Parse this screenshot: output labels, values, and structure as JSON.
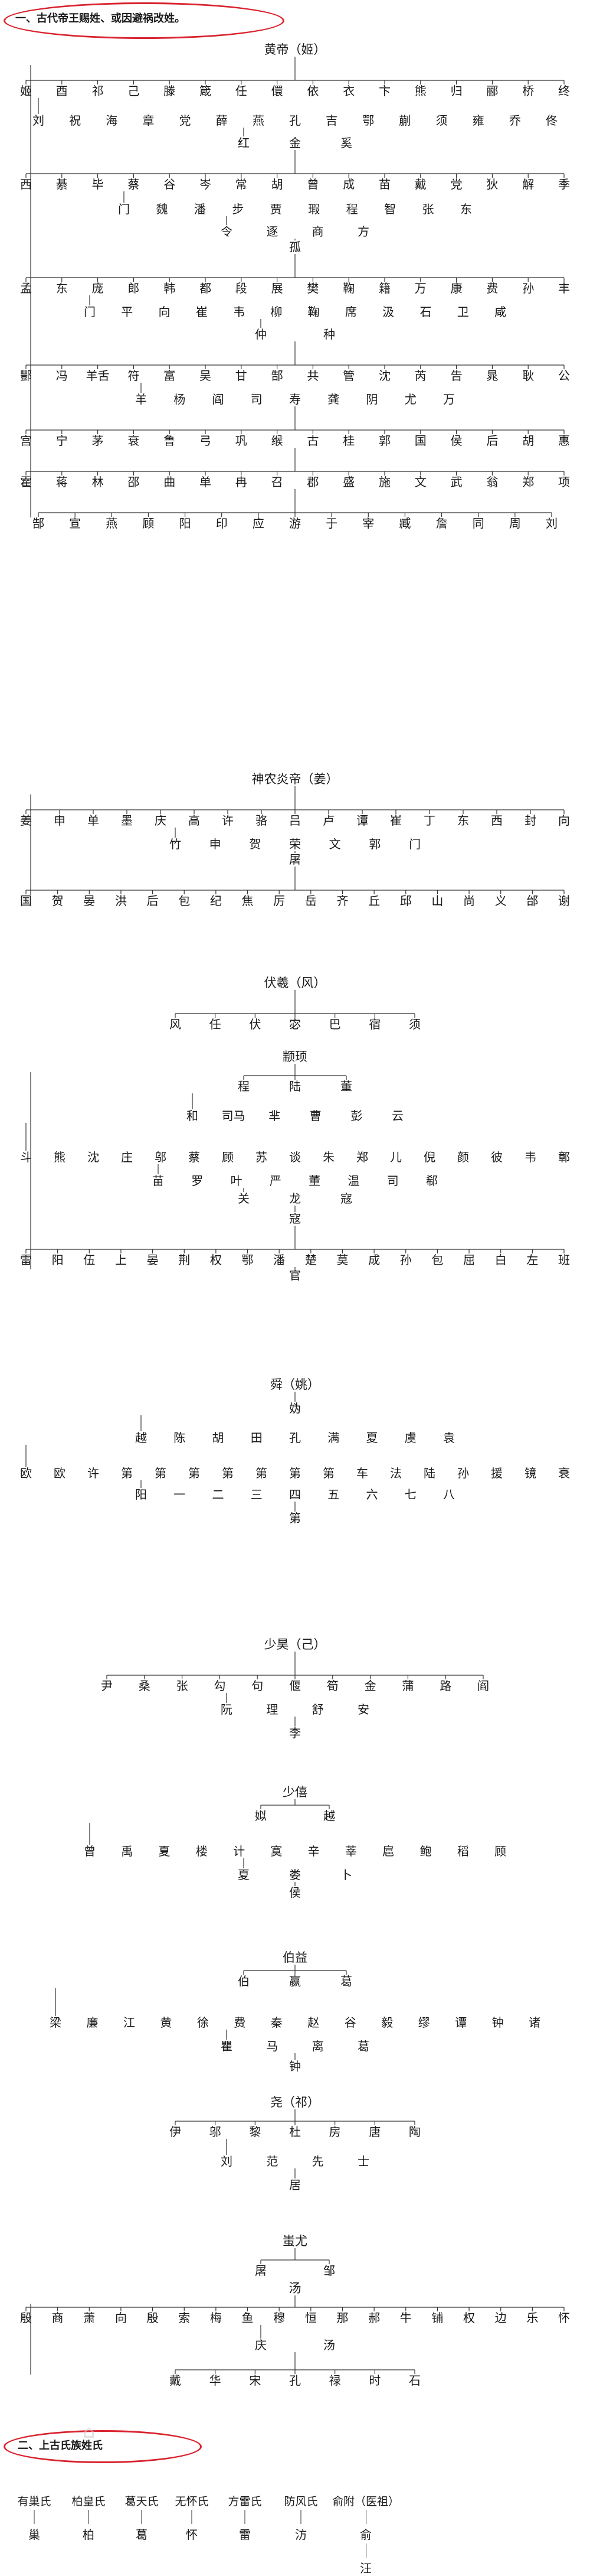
{
  "section1": {
    "title": "一、古代帝王赐姓、或因避祸改姓。"
  },
  "section2": {
    "title": "二、上古氏族姓氏"
  },
  "colors": {
    "ring": "#d9232e",
    "line": "#333333",
    "text": "#1a1a1a"
  },
  "groups": [
    {
      "root": "黄帝（姬）",
      "rows": [
        [
          "姬",
          "酉",
          "祁",
          "己",
          "滕",
          "箴",
          "任",
          "儇",
          "依",
          "衣",
          "卞",
          "熊",
          "归",
          "郦",
          "桥",
          "终"
        ],
        [
          "刘",
          "祝",
          "海",
          "章",
          "党",
          "薛",
          "燕",
          "孔",
          "吉",
          "鄂",
          "蒯",
          "须",
          "雍",
          "乔",
          "佟"
        ],
        [
          "红",
          "金",
          "奚"
        ],
        [
          "西",
          "綦",
          "毕",
          "蔡",
          "谷",
          "岑",
          "常",
          "胡",
          "曾",
          "成",
          "苗",
          "戴",
          "党",
          "狄",
          "解",
          "季"
        ],
        [
          "门",
          "魏",
          "潘",
          "步",
          "贾",
          "瑕",
          "程",
          "智",
          "张",
          "东"
        ],
        [
          "令",
          "逐",
          "商",
          "方"
        ],
        [
          "孤"
        ],
        [
          "孟",
          "东",
          "庞",
          "郎",
          "韩",
          "都",
          "段",
          "展",
          "樊",
          "鞠",
          "籍",
          "万",
          "康",
          "费",
          "孙",
          "丰"
        ],
        [
          "门",
          "平",
          "向",
          "崔",
          "韦",
          "柳",
          "鞠",
          "席",
          "汲",
          "石",
          "卫",
          "咸"
        ],
        [
          "仲",
          "种"
        ],
        [
          "酆",
          "冯",
          "羊舌",
          "符",
          "富",
          "吴",
          "甘",
          "郜",
          "共",
          "管",
          "沈",
          "芮",
          "告",
          "晁",
          "耿",
          "公"
        ],
        [
          "羊",
          "杨",
          "阎",
          "司",
          "寿",
          "龚",
          "阴",
          "尤",
          "万"
        ],
        [
          "宫",
          "宁",
          "茅",
          "衰",
          "鲁",
          "弓",
          "巩",
          "缑",
          "古",
          "桂",
          "郭",
          "国",
          "侯",
          "后",
          "胡",
          "惠"
        ],
        [
          "霍",
          "蒋",
          "林",
          "邵",
          "曲",
          "单",
          "冉",
          "召",
          "郡",
          "盛",
          "施",
          "文",
          "武",
          "翁",
          "郑",
          "项"
        ],
        [
          "郜",
          "宣",
          "燕",
          "顾",
          "阳",
          "印",
          "应",
          "游",
          "于",
          "宰",
          "臧",
          "詹",
          "同",
          "周",
          "刘"
        ]
      ]
    },
    {
      "root": "神农炎帝（姜）",
      "rows": [
        [
          "姜",
          "申",
          "单",
          "墨",
          "庆",
          "高",
          "许",
          "骆",
          "吕",
          "卢",
          "谭",
          "崔",
          "丁",
          "东",
          "西",
          "封",
          "向"
        ],
        [
          "竹",
          "申",
          "贺",
          "荣",
          "文",
          "郭",
          "门"
        ],
        [
          "屠"
        ],
        [
          "国",
          "贺",
          "晏",
          "洪",
          "后",
          "包",
          "纪",
          "焦",
          "厉",
          "岳",
          "齐",
          "丘",
          "邱",
          "山",
          "尚",
          "义",
          "邰",
          "谢"
        ]
      ]
    },
    {
      "root": "伏羲（风）",
      "rows": [
        [
          "风",
          "任",
          "伏",
          "宓",
          "巴",
          "宿",
          "须"
        ]
      ]
    },
    {
      "root": "颛顼",
      "rows": [
        [
          "程",
          "陆",
          "董"
        ],
        [
          "和",
          "司马",
          "芈",
          "曹",
          "彭",
          "云"
        ],
        [
          "斗",
          "熊",
          "沈",
          "庄",
          "邬",
          "蔡",
          "顾",
          "苏",
          "谈",
          "朱",
          "郑",
          "儿",
          "倪",
          "颜",
          "彼",
          "韦",
          "鄣"
        ],
        [
          "苗",
          "罗",
          "叶",
          "严",
          "董",
          "温",
          "司",
          "郗"
        ],
        [
          "关",
          "龙",
          "寇"
        ],
        [
          "寇"
        ],
        [
          "雷",
          "阳",
          "伍",
          "上",
          "晏",
          "荆",
          "权",
          "鄂",
          "潘",
          "楚",
          "莫",
          "成",
          "孙",
          "包",
          "屈",
          "白",
          "左",
          "班"
        ],
        [
          "官"
        ]
      ]
    },
    {
      "root": "舜（姚）",
      "rows": [
        [
          "妫"
        ],
        [
          "越",
          "陈",
          "胡",
          "田",
          "孔",
          "满",
          "夏",
          "虞",
          "袁"
        ],
        [
          "欧",
          "欧",
          "许",
          "第",
          "第",
          "第",
          "第",
          "第",
          "第",
          "第",
          "车",
          "法",
          "陆",
          "孙",
          "援",
          "镜",
          "衰"
        ],
        [
          "阳",
          "一",
          "二",
          "三",
          "四",
          "五",
          "六",
          "七",
          "八"
        ],
        [
          "第"
        ]
      ]
    },
    {
      "root": "少昊（己）",
      "rows": [
        [
          "尹",
          "桑",
          "张",
          "勾",
          "句",
          "偃",
          "筍",
          "金",
          "蒲",
          "路",
          "阎"
        ],
        [
          "阮",
          "理",
          "舒",
          "安"
        ],
        [
          "李"
        ]
      ]
    },
    {
      "root": "少僖",
      "rows": [
        [
          "姒",
          "越"
        ],
        [
          "曾",
          "禹",
          "夏",
          "楼",
          "计",
          "寞",
          "辛",
          "莘",
          "扈",
          "鲍",
          "稻",
          "顾"
        ],
        [
          "夏",
          "娄",
          "卜"
        ],
        [
          "侯"
        ]
      ]
    },
    {
      "root": "伯益",
      "rows": [
        [
          "伯",
          "嬴",
          "葛"
        ],
        [
          "梁",
          "廉",
          "江",
          "黄",
          "徐",
          "费",
          "秦",
          "赵",
          "谷",
          "毅",
          "缪",
          "谭",
          "钟",
          "诸"
        ],
        [
          "瞿",
          "马",
          "离",
          "葛"
        ],
        [
          "钟"
        ]
      ]
    },
    {
      "root": "尧（祁）",
      "rows": [
        [
          "伊",
          "邬",
          "黎",
          "杜",
          "房",
          "唐",
          "陶"
        ],
        [
          "刘",
          "范",
          "先",
          "士"
        ],
        [
          "居"
        ]
      ]
    },
    {
      "root": "蚩尤",
      "rows": [
        [
          "屠",
          "邹"
        ]
      ]
    },
    {
      "root": "汤",
      "rows": [
        [
          "殷",
          "商",
          "萧",
          "向",
          "殷",
          "索",
          "梅",
          "鱼",
          "穆",
          "恒",
          "那",
          "郝",
          "牛",
          "铺",
          "权",
          "边",
          "乐",
          "怀"
        ],
        [
          "庆",
          "汤"
        ],
        [
          "戴",
          "华",
          "宋",
          "孔",
          "禄",
          "时",
          "石"
        ]
      ]
    }
  ],
  "tribes": [
    {
      "label": "有巢氏",
      "children": [
        "巢"
      ]
    },
    {
      "label": "柏皇氏",
      "children": [
        "柏"
      ]
    },
    {
      "label": "葛天氏",
      "children": [
        "葛"
      ]
    },
    {
      "label": "无怀氏",
      "children": [
        "怀"
      ]
    },
    {
      "label": "方雷氏",
      "children": [
        "雷"
      ]
    },
    {
      "label": "防风氏",
      "children": [
        "汸"
      ]
    },
    {
      "label": "俞附（医祖）",
      "children": [
        "俞",
        "汪"
      ]
    }
  ]
}
